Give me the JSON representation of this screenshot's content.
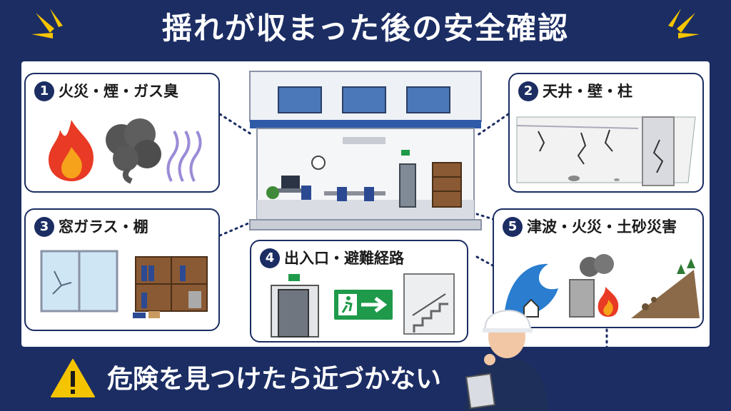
{
  "title": "揺れが収まった後の安全確認",
  "cards": [
    {
      "number": "1",
      "label": "火災・煙・ガス臭"
    },
    {
      "number": "2",
      "label": "天井・壁・柱"
    },
    {
      "number": "3",
      "label": "窓ガラス・棚"
    },
    {
      "number": "4",
      "label": "出入口・避難経路"
    },
    {
      "number": "5",
      "label": "津波・火災・土砂災害"
    }
  ],
  "footer": {
    "warning": "危険を見つけたら近づかない"
  },
  "colors": {
    "navy": "#1b2d63",
    "accent_yellow": "#f5c400",
    "fire_red": "#e83a24",
    "exit_green": "#1f9a4a",
    "wave_blue": "#2a7dcf"
  }
}
